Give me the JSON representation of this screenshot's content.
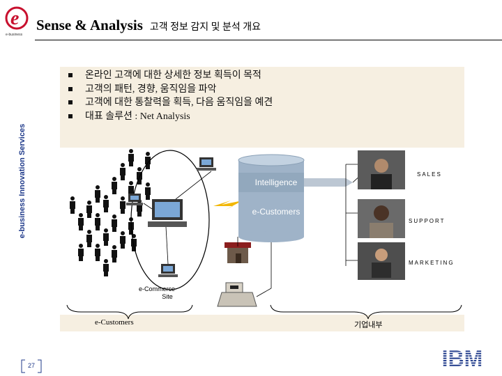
{
  "header": {
    "title": "Sense & Analysis",
    "title_sub": "고객 정보 감지 및 분석 개요",
    "logo_letter": "e",
    "logo_caption": "e-business"
  },
  "side_label": "e-business Innovation Services",
  "bullets": [
    "온라인 고객에 대한 상세한 정보 획득이 목적",
    "고객의 패턴, 경향, 움직임을 파악",
    "고객에 대한 통찰력을 획득, 다음 움직임을 예견",
    "대표 솔루션 : Net Analysis"
  ],
  "diagram": {
    "cylinder_label_1": "Intelligence",
    "cylinder_label_2": "e-Customers",
    "ecommerce_label_1": "e-Commerce",
    "ecommerce_label_2": "Site",
    "roles": [
      "SALES",
      "SUPPORT",
      "MARKETING"
    ],
    "brace_left_label": "e-Customers",
    "brace_right_label": "기업내부"
  },
  "footer": {
    "page_number": "27",
    "brand": "IBM"
  },
  "colors": {
    "accent_blue": "#1f3a8a",
    "brand_red": "#c8102e",
    "cylinder": "#9fb3c8",
    "background_panel": "#f6efe1"
  }
}
